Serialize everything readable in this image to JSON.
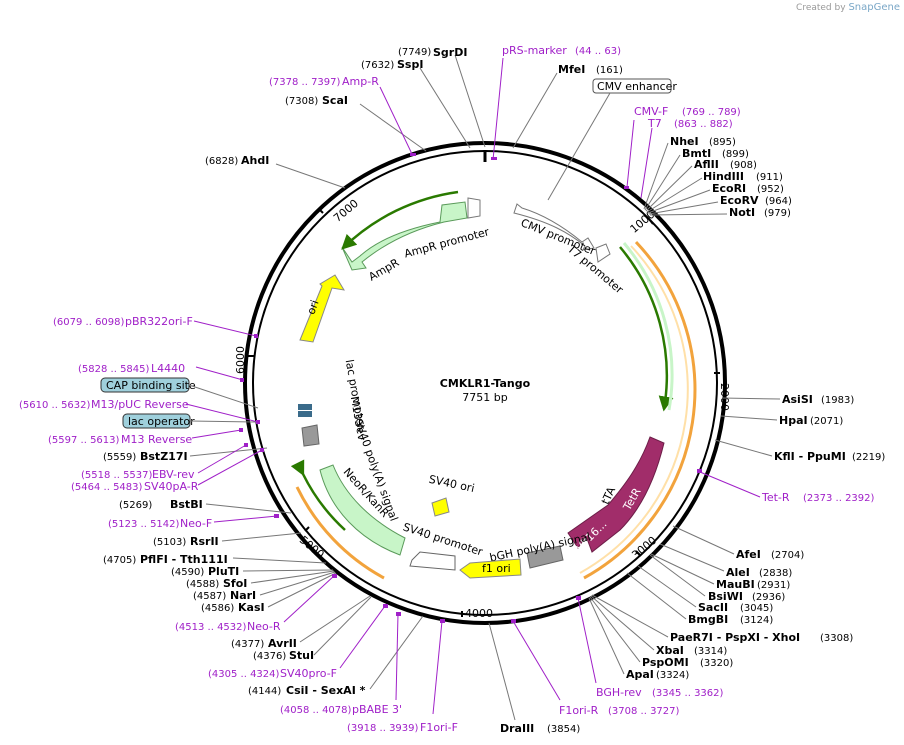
{
  "credit": {
    "prefix": "Created by",
    "brand": "SnapGene"
  },
  "plasmid": {
    "name": "CMKLR1-Tango",
    "size_text": "7751 bp",
    "length": 7751
  },
  "ticks": [
    {
      "label": "1000",
      "pos": 1000
    },
    {
      "label": "2000",
      "pos": 2000
    },
    {
      "label": "3000",
      "pos": 3000
    },
    {
      "label": "4000",
      "pos": 4000
    },
    {
      "label": "5000",
      "pos": 5000
    },
    {
      "label": "6000",
      "pos": 6000
    },
    {
      "label": "7000",
      "pos": 7000
    }
  ],
  "features": [
    {
      "name": "CMV enhancer",
      "label": "CMV enhancer",
      "type": "boxed",
      "color": "#ffffff"
    },
    {
      "name": "CMV promoter",
      "label": "CMV promoter",
      "type": "promoter",
      "color": "#ffffff"
    },
    {
      "name": "T7 promoter",
      "label": "T7 promoter",
      "type": "promoter",
      "color": "#ffffff"
    },
    {
      "name": "TetR",
      "label": "TetR",
      "type": "cds",
      "color": "#a12d6a"
    },
    {
      "name": "VP16",
      "label": "VP16...",
      "type": "cds",
      "color": "#a12d6a"
    },
    {
      "name": "tTA",
      "label": "tTA",
      "type": "cds",
      "color": "#a12d6a"
    },
    {
      "name": "bGH poly(A) signal",
      "label": "bGH poly(A) signal",
      "type": "terminator",
      "color": "#999999"
    },
    {
      "name": "f1 ori",
      "label": "f1 ori",
      "type": "ori",
      "color": "#ffff00"
    },
    {
      "name": "SV40 promoter",
      "label": "SV40 promoter",
      "type": "promoter",
      "color": "#ffffff"
    },
    {
      "name": "SV40 ori",
      "label": "SV40 ori",
      "type": "ori",
      "color": "#ffff00"
    },
    {
      "name": "NeoR/KanR",
      "label": "NeoR/KanR",
      "type": "cds",
      "color": "#c8f5c8"
    },
    {
      "name": "SV40 poly(A) signal",
      "label": "SV40 poly(A) signal",
      "type": "terminator",
      "color": "#999999"
    },
    {
      "name": "lac promoter",
      "label": "lac promoter",
      "type": "promoter",
      "color": "#ffffff"
    },
    {
      "name": "M13 rev",
      "label": "M13 rev",
      "type": "primer",
      "color": "#000000"
    },
    {
      "name": "ori",
      "label": "ori",
      "type": "ori",
      "color": "#ffff00"
    },
    {
      "name": "AmpR",
      "label": "AmpR",
      "type": "cds",
      "color": "#c8f5c8"
    },
    {
      "name": "AmpR promoter",
      "label": "AmpR promoter",
      "type": "promoter",
      "color": "#c8f5c8"
    },
    {
      "name": "CAP binding site",
      "label": "CAP binding site",
      "type": "boxed",
      "color": "#9fd0dc"
    },
    {
      "name": "lac operator",
      "label": "lac operator",
      "type": "boxed",
      "color": "#9fd0dc"
    }
  ],
  "enzymes": [
    {
      "name": "SgrDI",
      "pos": "(7749)"
    },
    {
      "name": "SspI",
      "pos": "(7632)"
    },
    {
      "name": "ScaI",
      "pos": "(7308)"
    },
    {
      "name": "AhdI",
      "pos": "(6828)"
    },
    {
      "name": "MfeI",
      "pos": "(161)"
    },
    {
      "name": "NheI",
      "pos": "(895)"
    },
    {
      "name": "BmtI",
      "pos": "(899)"
    },
    {
      "name": "AflII",
      "pos": "(908)"
    },
    {
      "name": "HindIII",
      "pos": "(911)"
    },
    {
      "name": "EcoRI",
      "pos": "(952)"
    },
    {
      "name": "EcoRV",
      "pos": "(964)"
    },
    {
      "name": "NotI",
      "pos": "(979)"
    },
    {
      "name": "AsiSI",
      "pos": "(1983)"
    },
    {
      "name": "HpaI",
      "pos": "(2071)"
    },
    {
      "name": "KflI - PpuMI",
      "pos": "(2219)"
    },
    {
      "name": "AfeI",
      "pos": "(2704)"
    },
    {
      "name": "AleI",
      "pos": "(2838)"
    },
    {
      "name": "MauBI",
      "pos": "(2931)"
    },
    {
      "name": "BsiWI",
      "pos": "(2936)"
    },
    {
      "name": "SacII",
      "pos": "(3045)"
    },
    {
      "name": "BmgBI",
      "pos": "(3124)"
    },
    {
      "name": "PaeR7I - PspXI - XhoI",
      "pos": "(3308)"
    },
    {
      "name": "XbaI",
      "pos": "(3314)"
    },
    {
      "name": "PspOMI",
      "pos": "(3320)"
    },
    {
      "name": "ApaI",
      "pos": "(3324)"
    },
    {
      "name": "DraIII",
      "pos": "(3854)"
    },
    {
      "name": "CsiI - SexAI *",
      "pos": "(4144)"
    },
    {
      "name": "StuI",
      "pos": "(4376)"
    },
    {
      "name": "AvrII",
      "pos": "(4377)"
    },
    {
      "name": "KasI",
      "pos": "(4586)"
    },
    {
      "name": "NarI",
      "pos": "(4587)"
    },
    {
      "name": "SfoI",
      "pos": "(4588)"
    },
    {
      "name": "PluTI",
      "pos": "(4590)"
    },
    {
      "name": "PflFI - Tth111I",
      "pos": "(4705)"
    },
    {
      "name": "RsrII",
      "pos": "(5103)"
    },
    {
      "name": "BstBI",
      "pos": "(5269)"
    },
    {
      "name": "BstZ17I",
      "pos": "(5559)"
    }
  ],
  "primers": [
    {
      "name": "pRS-marker",
      "pos": "(44 .. 63)"
    },
    {
      "name": "Amp-R",
      "pos": "(7378 .. 7397)"
    },
    {
      "name": "CMV-F",
      "pos": "(769 .. 789)"
    },
    {
      "name": "T7",
      "pos": "(863 .. 882)"
    },
    {
      "name": "Tet-R",
      "pos": "(2373 .. 2392)"
    },
    {
      "name": "BGH-rev",
      "pos": "(3345 .. 3362)"
    },
    {
      "name": "F1ori-R",
      "pos": "(3708 .. 3727)"
    },
    {
      "name": "F1ori-F",
      "pos": "(3918 .. 3939)"
    },
    {
      "name": "pBABE 3'",
      "pos": "(4058 .. 4078)"
    },
    {
      "name": "SV40pro-F",
      "pos": "(4305 .. 4324)"
    },
    {
      "name": "Neo-R",
      "pos": "(4513 .. 4532)"
    },
    {
      "name": "Neo-F",
      "pos": "(5123 .. 5142)"
    },
    {
      "name": "SV40pA-R",
      "pos": "(5464 .. 5483)"
    },
    {
      "name": "EBV-rev",
      "pos": "(5518 .. 5537)"
    },
    {
      "name": "M13 Reverse",
      "pos": "(5597 .. 5613)"
    },
    {
      "name": "M13/pUC Reverse",
      "pos": "(5610 .. 5632)"
    },
    {
      "name": "L4440",
      "pos": "(5828 .. 5845)"
    },
    {
      "name": "pBR322ori-F",
      "pos": "(6079 .. 6098)"
    }
  ]
}
